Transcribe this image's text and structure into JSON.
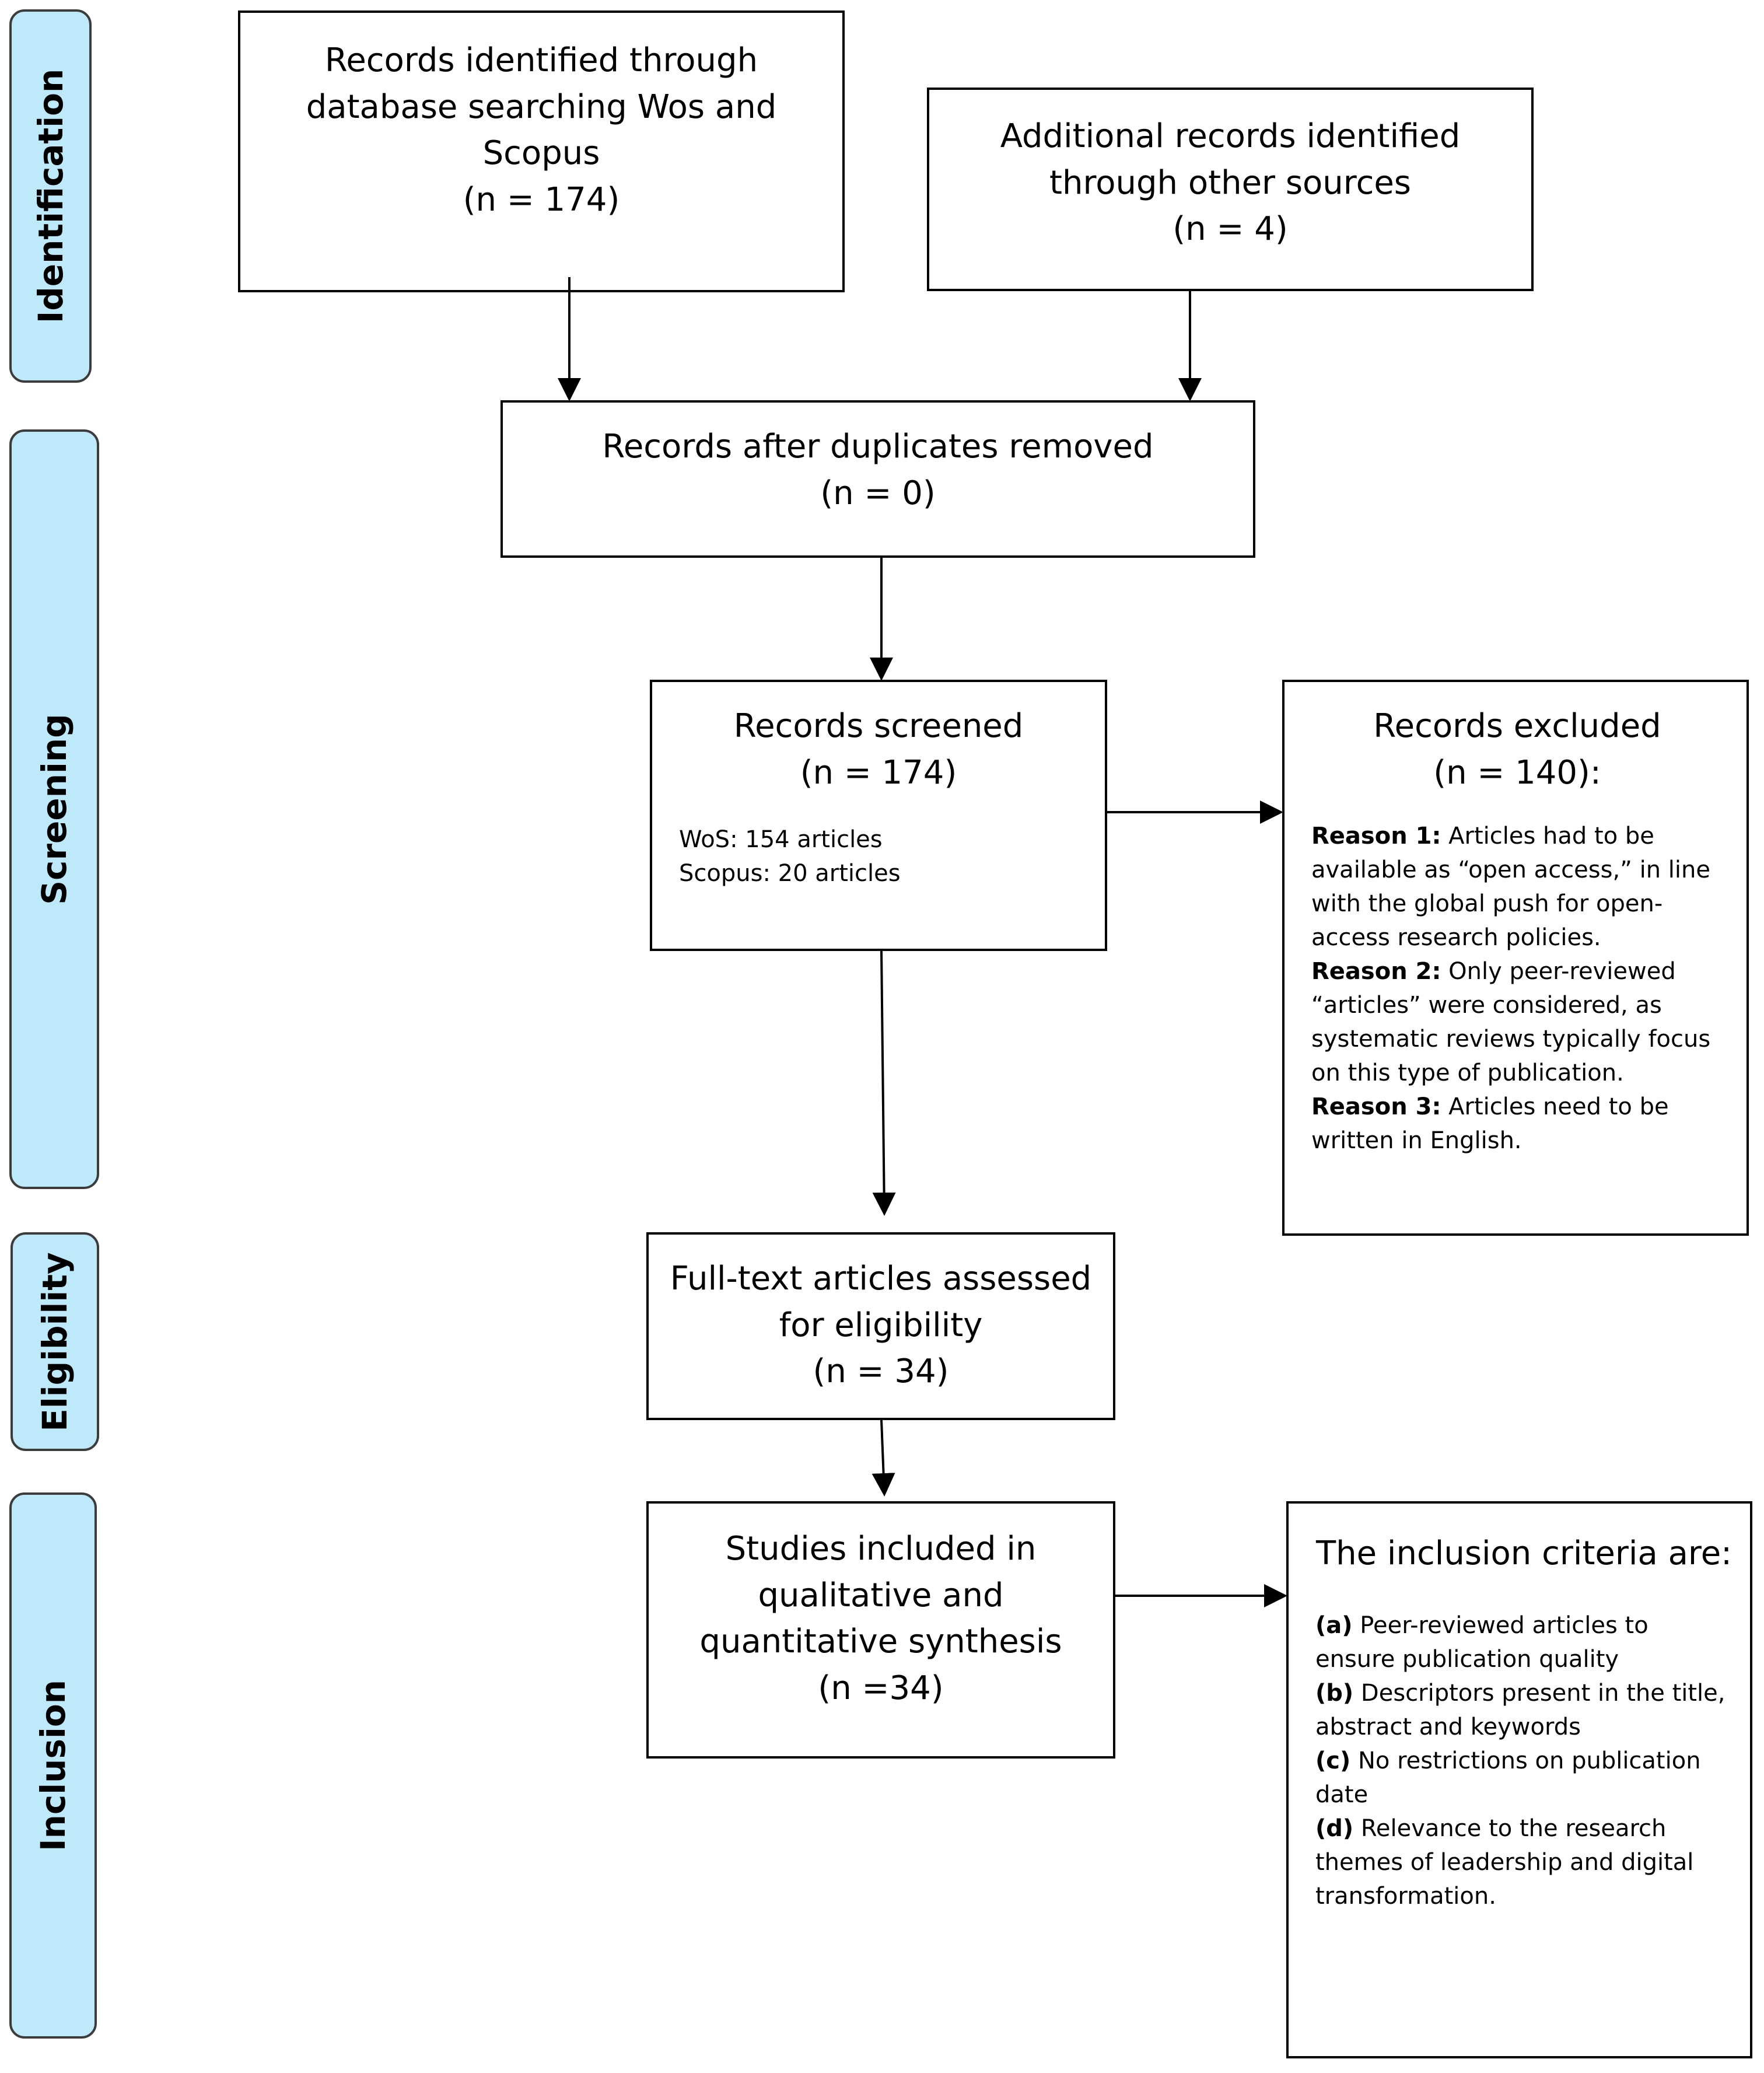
{
  "phases": {
    "identification": "Identification",
    "screening": "Screening",
    "eligibility": "Eligibility",
    "inclusion": "Inclusion"
  },
  "boxes": {
    "database_search": {
      "title": "Records identified through database searching Wos and Scopus",
      "count": "(n = 174)"
    },
    "other_sources": {
      "title": "Additional records identified through other sources",
      "count": "(n = 4)"
    },
    "duplicates_removed": {
      "title": "Records after duplicates removed",
      "count": "(n = 0)"
    },
    "screened": {
      "title": "Records screened",
      "count": "(n = 174)",
      "details": [
        "WoS: 154 articles",
        "Scopus: 20 articles"
      ]
    },
    "excluded": {
      "title": "Records excluded",
      "count": "(n = 140):",
      "reasons": [
        {
          "label": "Reason 1:",
          "text": " Articles had to be available as “open access,” in line with the global push for open-access research policies."
        },
        {
          "label": "Reason 2:",
          "text": " Only peer-reviewed “articles” were considered, as systematic reviews typically focus on this type of publication."
        },
        {
          "label": "Reason 3:",
          "text": " Articles need to be written in English."
        }
      ]
    },
    "full_text": {
      "title": "Full-text articles assessed for eligibility",
      "count": "(n = 34)"
    },
    "included": {
      "title": "Studies included in qualitative and quantitative synthesis",
      "count": "(n =34)"
    },
    "criteria": {
      "title": "The inclusion criteria are:",
      "items": [
        {
          "label": "(a)",
          "text": " Peer-reviewed articles to ensure publication quality"
        },
        {
          "label": "(b)",
          "text": " Descriptors present in the title, abstract and keywords"
        },
        {
          "label": "(c)",
          "text": " No restrictions on publication date"
        },
        {
          "label": "(d)",
          "text": " Relevance to the research themes of leadership and digital transformation."
        }
      ]
    }
  }
}
